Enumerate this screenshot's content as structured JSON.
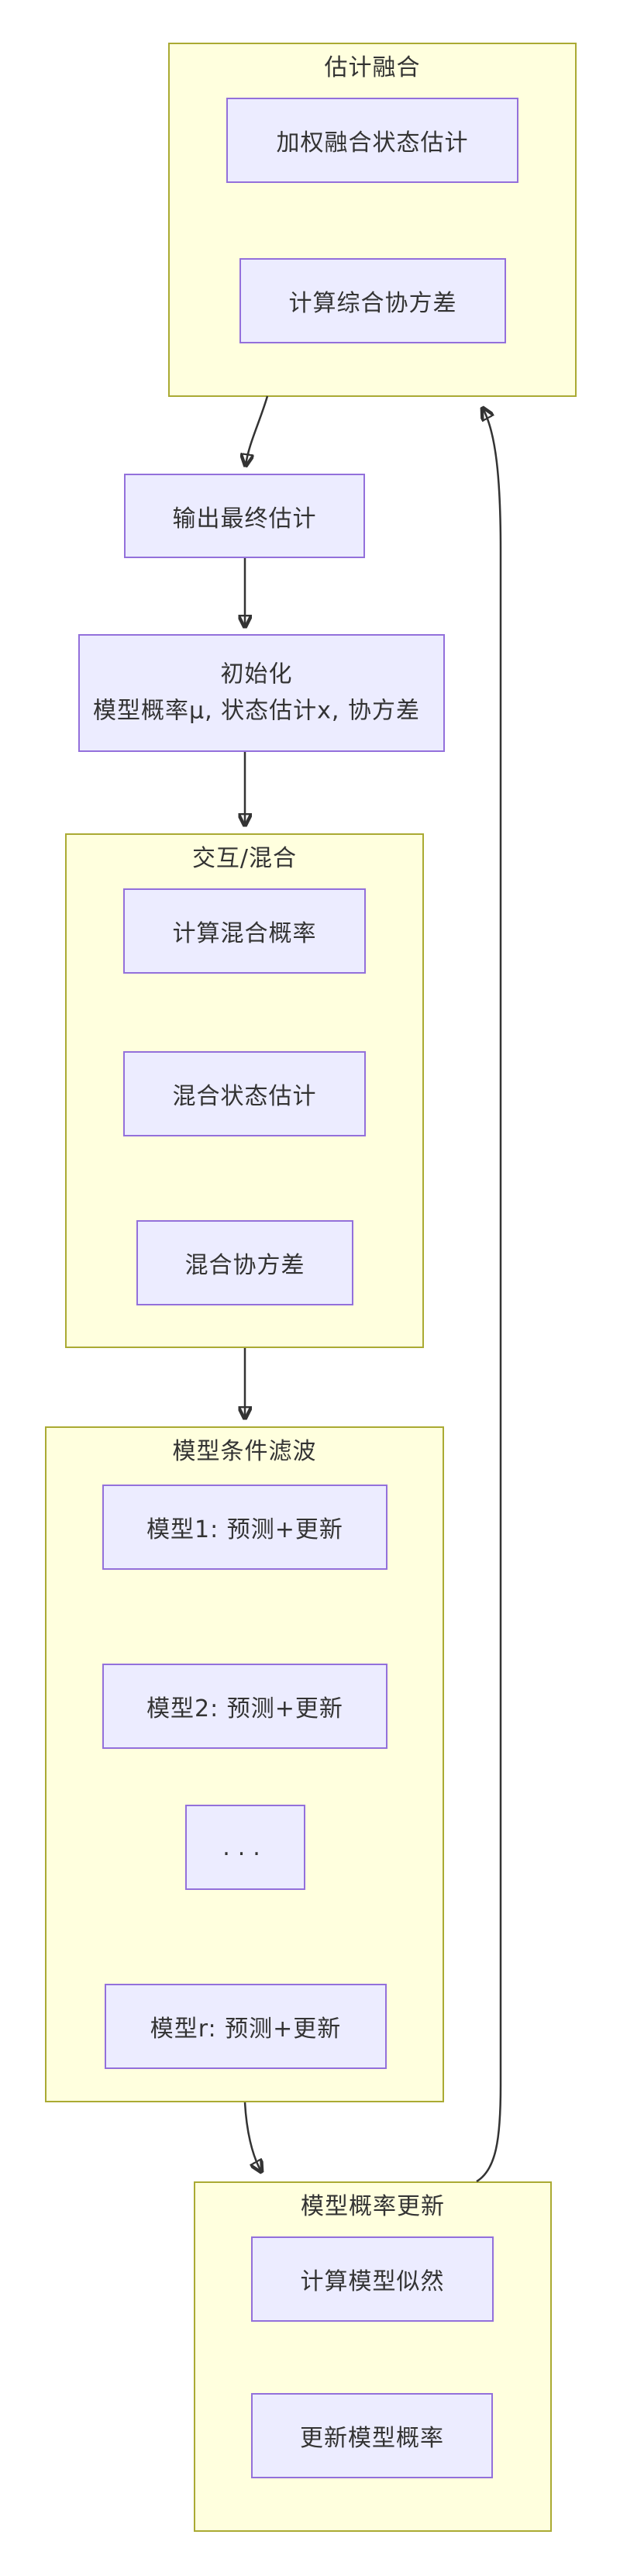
{
  "diagram": {
    "type": "flowchart",
    "clusters": {
      "fusion": "估计融合",
      "mixing": "交互/混合",
      "filtering": "模型条件滤波",
      "prob_update": "模型概率更新"
    },
    "nodes": {
      "weighted_fusion": "加权融合状态估计",
      "combined_covariance": "计算综合协方差",
      "output_final": "输出最终估计",
      "init_title": "初始化",
      "init_detail": "模型概率μ, 状态估计x, 协方差",
      "mixing_prob": "计算混合概率",
      "mixed_state": "混合状态估计",
      "mixed_covariance": "混合协方差",
      "model1": "模型1: 预测+更新",
      "model2": "模型2: 预测+更新",
      "ellipsis": "...",
      "modelr": "模型r: 预测+更新",
      "likelihood": "计算模型似然",
      "update_prob": "更新模型概率"
    },
    "colors": {
      "node_fill": "#ececff",
      "node_border": "#9370db",
      "cluster_fill": "#ffffde",
      "cluster_border": "#aaaa33",
      "edge": "#333333",
      "text": "#333333",
      "background": "#ffffff"
    }
  }
}
